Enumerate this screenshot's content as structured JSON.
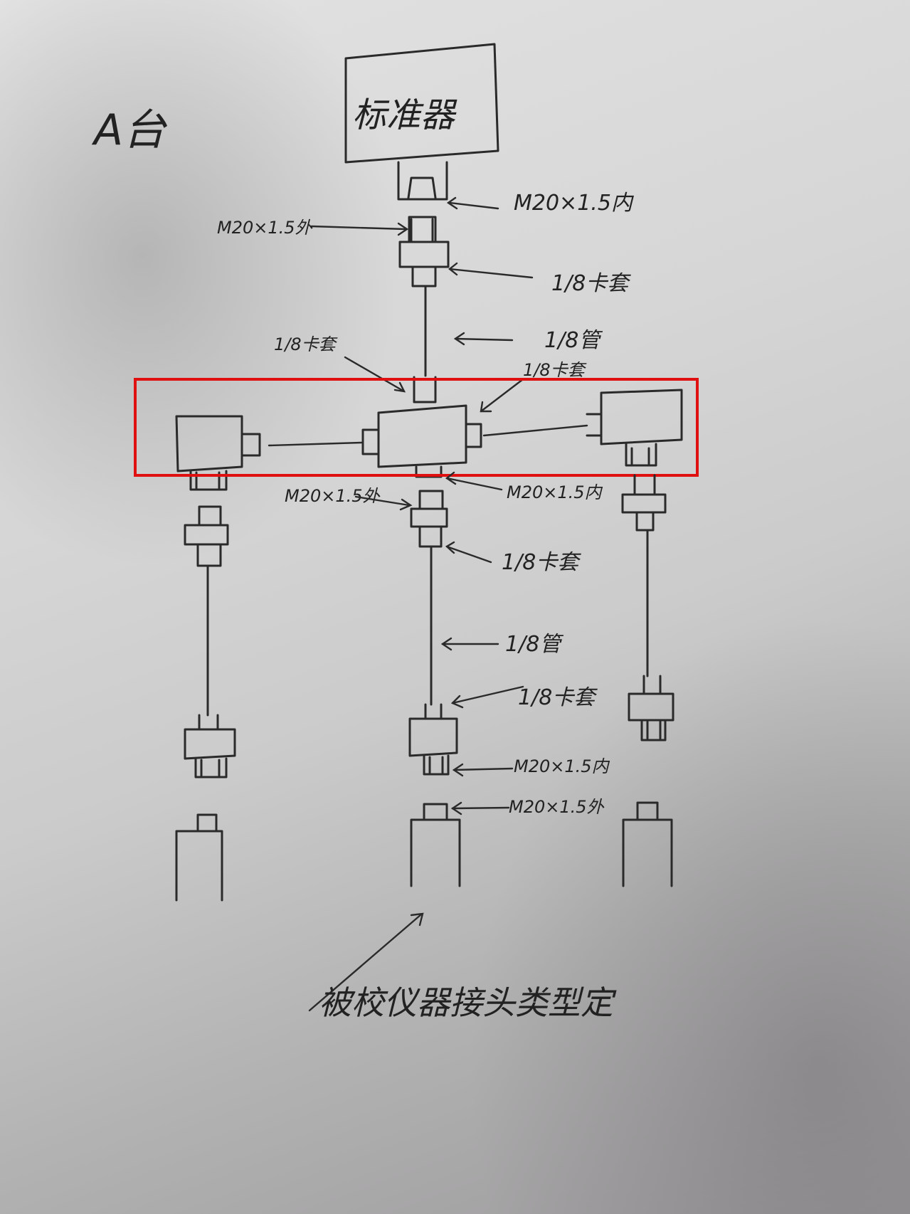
{
  "title": {
    "stand": "A台",
    "standard_device": "标准器"
  },
  "labels": {
    "m20_inner_top": "M20×1.5内",
    "m20_outer_top": "M20×1.5外",
    "ferrule_1_8_a": "1/8卡套",
    "pipe_1_8_a": "1/8管",
    "ferrule_1_8_left": "1/8卡套",
    "ferrule_1_8_right": "1/8卡套",
    "m20_outer_mid": "M20×1.5外",
    "m20_inner_mid": "M20×1.5内",
    "ferrule_1_8_b": "1/8卡套",
    "pipe_1_8_b": "1/8管",
    "ferrule_1_8_c": "1/8卡套",
    "m20_inner_low": "M20×1.5内",
    "m20_outer_low": "M20×1.5外",
    "bottom_note": "被校仪器接头类型定"
  },
  "colors": {
    "ink": "#2a2a2a",
    "highlight": "#e01010"
  }
}
